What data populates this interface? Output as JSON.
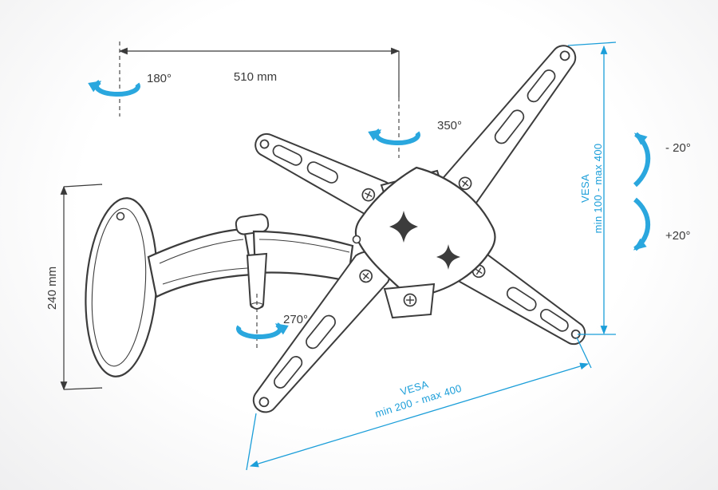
{
  "diagram": {
    "colors": {
      "accent": "#1b9ed9",
      "arrow": "#2aa7de",
      "line_art": "#3c3c3c",
      "background": "#ffffff"
    },
    "annotations": {
      "rotation_180": "180°",
      "arm_reach": "510 mm",
      "rotation_350": "350°",
      "plate_height": "240 mm",
      "rotation_270": "270°",
      "tilt_minus": "- 20°",
      "tilt_plus": "+20°",
      "vesa_vertical_label": "VESA",
      "vesa_vertical_range": "min 100 - max 400",
      "vesa_diagonal_label": "VESA",
      "vesa_diagonal_range": "min 200 - max 400"
    }
  }
}
